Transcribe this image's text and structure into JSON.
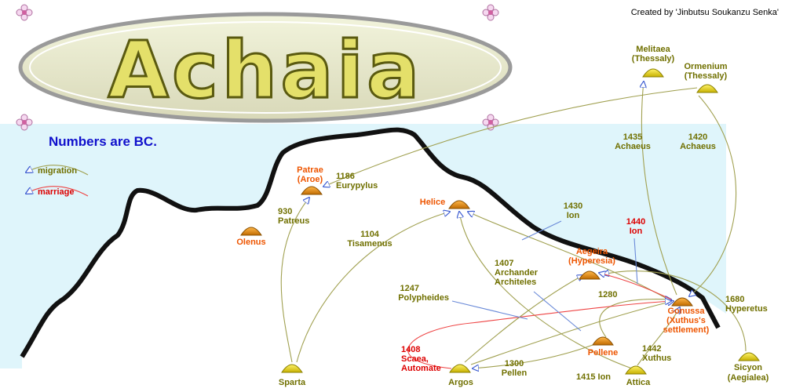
{
  "title": "Achaia",
  "credit": "Created by 'Jinbutsu Soukanzu Senka'",
  "note": "Numbers are BC.",
  "legend": {
    "migration": {
      "label": "migration",
      "color": "#707000"
    },
    "marriage": {
      "label": "marriage",
      "color": "#dd0000"
    }
  },
  "colors": {
    "sea": "#dff5fb",
    "coast": "#111111",
    "migration": "#a0a050",
    "marriage": "#ee4444",
    "city_label": "#ee5500",
    "year_label": "#707000",
    "marriage_label": "#dd0000",
    "other_line": "#6a8ad8"
  },
  "places": {
    "patrae": {
      "line1": "Patrae",
      "line2": "(Aroe)"
    },
    "olenus": {
      "line1": "Olenus"
    },
    "helice": {
      "line1": "Helice"
    },
    "aegeira": {
      "line1": "Aegeira",
      "line2": "(Hyperesia)"
    },
    "gonussa": {
      "line1": "Gonussa",
      "line2": "(Xuthus's",
      "line3": "settlement)"
    },
    "pellene": {
      "line1": "Pellene"
    },
    "melitaea": {
      "line1": "Melitaea",
      "line2": "(Thessaly)"
    },
    "ormenium": {
      "line1": "Ormenium",
      "line2": "(Thessaly)"
    },
    "sparta": {
      "line1": "Sparta"
    },
    "argos": {
      "line1": "Argos"
    },
    "attica": {
      "line1": "Attica"
    },
    "sicyon": {
      "line1": "Sicyon",
      "line2": "(Aegialea)"
    }
  },
  "events": {
    "e1186": {
      "line1": "1186",
      "line2": "Eurypylus"
    },
    "e930": {
      "line1": "930",
      "line2": "Patreus"
    },
    "e1104": {
      "line1": "1104",
      "line2": "Tisamenus"
    },
    "e1430": {
      "line1": "1430",
      "line2": "Ion"
    },
    "e1440": {
      "line1": "1440",
      "line2": "Ion"
    },
    "e1407": {
      "line1": "1407",
      "line2": "Archander",
      "line3": "Architeles"
    },
    "e1247": {
      "line1": "1247",
      "line2": "Polypheides"
    },
    "e1280": {
      "line1": "1280"
    },
    "e1435": {
      "line1": "1435",
      "line2": "Achaeus"
    },
    "e1420": {
      "line1": "1420",
      "line2": "Achaeus"
    },
    "e1680": {
      "line1": "1680",
      "line2": "Hyperetus"
    },
    "e1442": {
      "line1": "1442",
      "line2": "Xuthus"
    },
    "e1300": {
      "line1": "1300",
      "line2": "Pellen"
    },
    "e1415": {
      "line1": "1415 Ion"
    },
    "e1408": {
      "line1": "1408",
      "line2": "Scaea,",
      "line3": "Automate"
    }
  }
}
